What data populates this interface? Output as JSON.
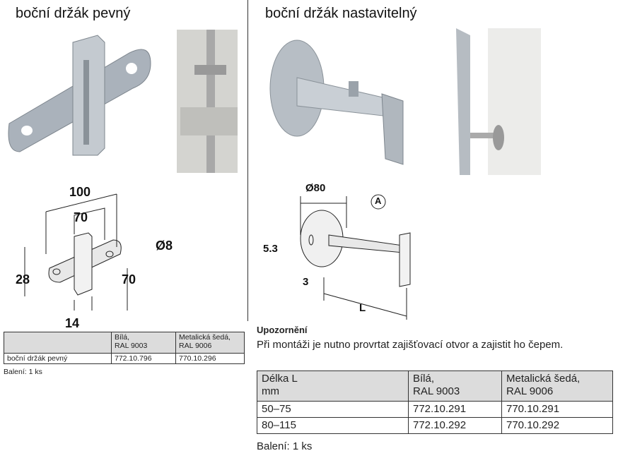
{
  "left": {
    "title": "boční držák pevný",
    "dimensions": {
      "width_total": "100",
      "width_inner": "70",
      "hole": "Ø8",
      "height_left": "28",
      "height_right": "70",
      "depth": "14"
    },
    "table": {
      "headers": [
        "",
        "Bílá,\nRAL 9003",
        "Metalická šedá,\nRAL 9006"
      ],
      "header_lines": [
        [
          "",
          ""
        ],
        [
          "Bílá,",
          "RAL 9003"
        ],
        [
          "Metalická šedá,",
          "RAL 9006"
        ]
      ],
      "rows": [
        [
          "boční držák pevný",
          "772.10.796",
          "770.10.296"
        ]
      ]
    },
    "packaging": "Balení: 1 ks"
  },
  "right": {
    "title": "boční držák nastavitelný",
    "dimensions": {
      "diameter": "Ø80",
      "marker": "A",
      "slot": "5.3",
      "thickness": "3",
      "length": "L"
    },
    "notice_title": "Upozornění",
    "notice_text": "Při montáži je nutno provrtat zajišťovací otvor a zajistit ho čepem.",
    "table": {
      "header_lines": [
        [
          "Délka L",
          "mm"
        ],
        [
          "Bílá,",
          "RAL 9003"
        ],
        [
          "Metalická šedá,",
          "RAL 9006"
        ]
      ],
      "rows": [
        [
          "50–75",
          "772.10.291",
          "770.10.291"
        ],
        [
          "80–115",
          "772.10.292",
          "770.10.292"
        ]
      ]
    },
    "packaging": "Balení: 1 ks"
  }
}
